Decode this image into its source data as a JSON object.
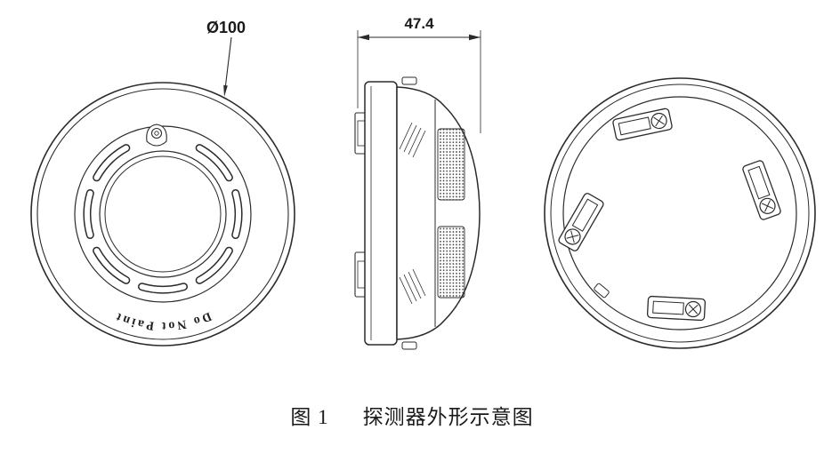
{
  "drawing": {
    "front": {
      "diameter_label": "Ø100",
      "ring_text": "Do Not Paint"
    },
    "side": {
      "width_label": "47.4"
    },
    "caption": {
      "figure_no": "图 1",
      "title": "探测器外形示意图"
    },
    "colors": {
      "line_color": "#2b2b2b",
      "background": "#ffffff"
    }
  }
}
